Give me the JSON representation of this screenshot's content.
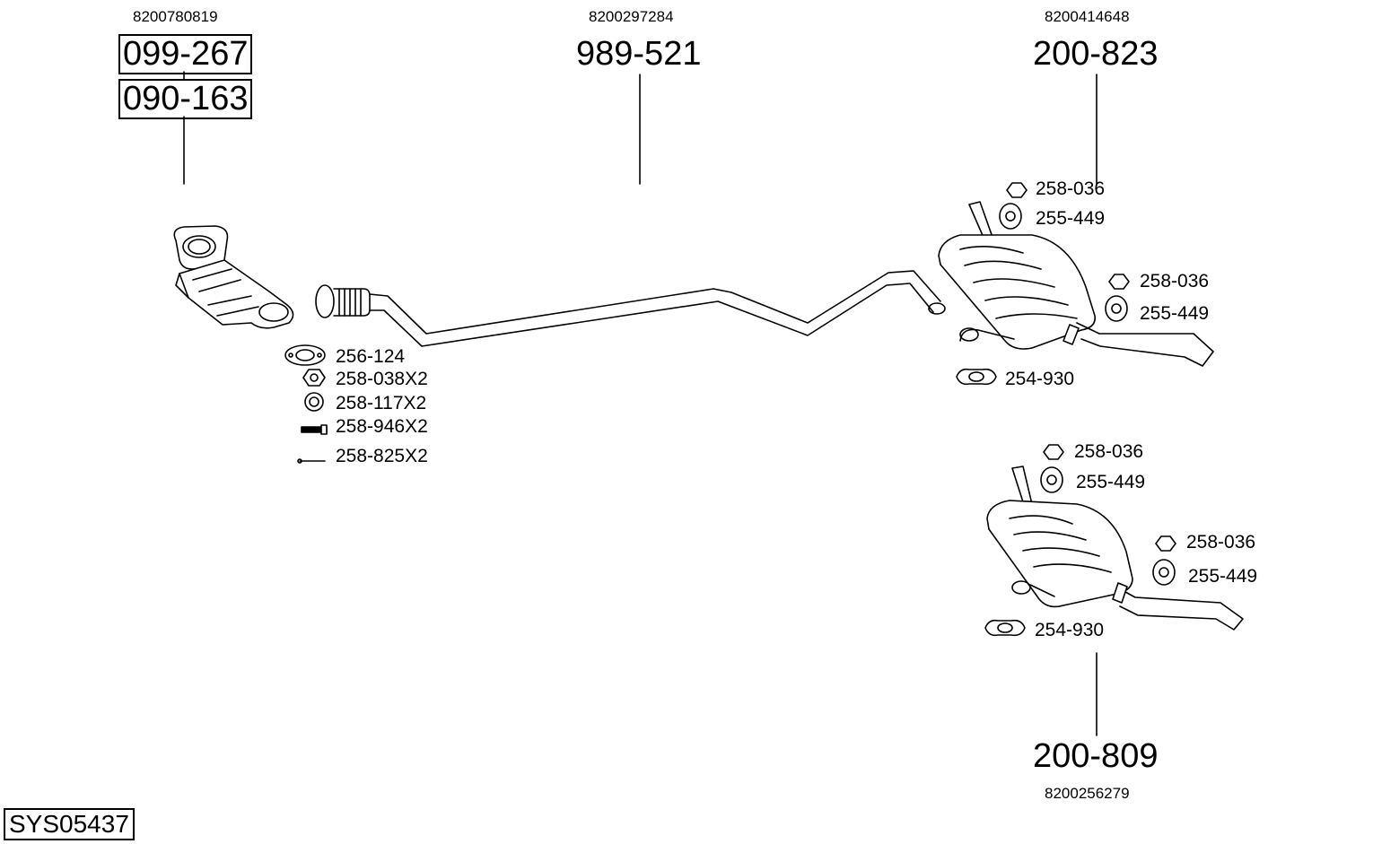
{
  "diagram": {
    "system_code": "SYS05437",
    "groups": [
      {
        "oe": "8200780819",
        "parts": [
          "099-267",
          "090-163"
        ]
      },
      {
        "oe": "8200297284",
        "parts": [
          "989-521"
        ]
      },
      {
        "oe": "8200414648",
        "parts": [
          "200-823"
        ]
      },
      {
        "oe": "8200256279",
        "parts": [
          "200-809"
        ]
      }
    ],
    "front_hardware": [
      "256-124",
      "258-038X2",
      "258-117X2",
      "258-946X2",
      "258-825X2"
    ],
    "rear_hardware_upper": [
      "258-036",
      "255-449",
      "258-036",
      "255-449",
      "254-930"
    ],
    "rear_hardware_lower": [
      "258-036",
      "255-449",
      "258-036",
      "255-449",
      "254-930"
    ]
  },
  "icons": [
    "gasket-icon",
    "nut-icon",
    "washer-icon",
    "spring-icon",
    "bolt-icon",
    "rubber-mount-icon",
    "clamp-icon",
    "catalytic-converter-icon",
    "pipe-icon",
    "muffler-icon"
  ]
}
